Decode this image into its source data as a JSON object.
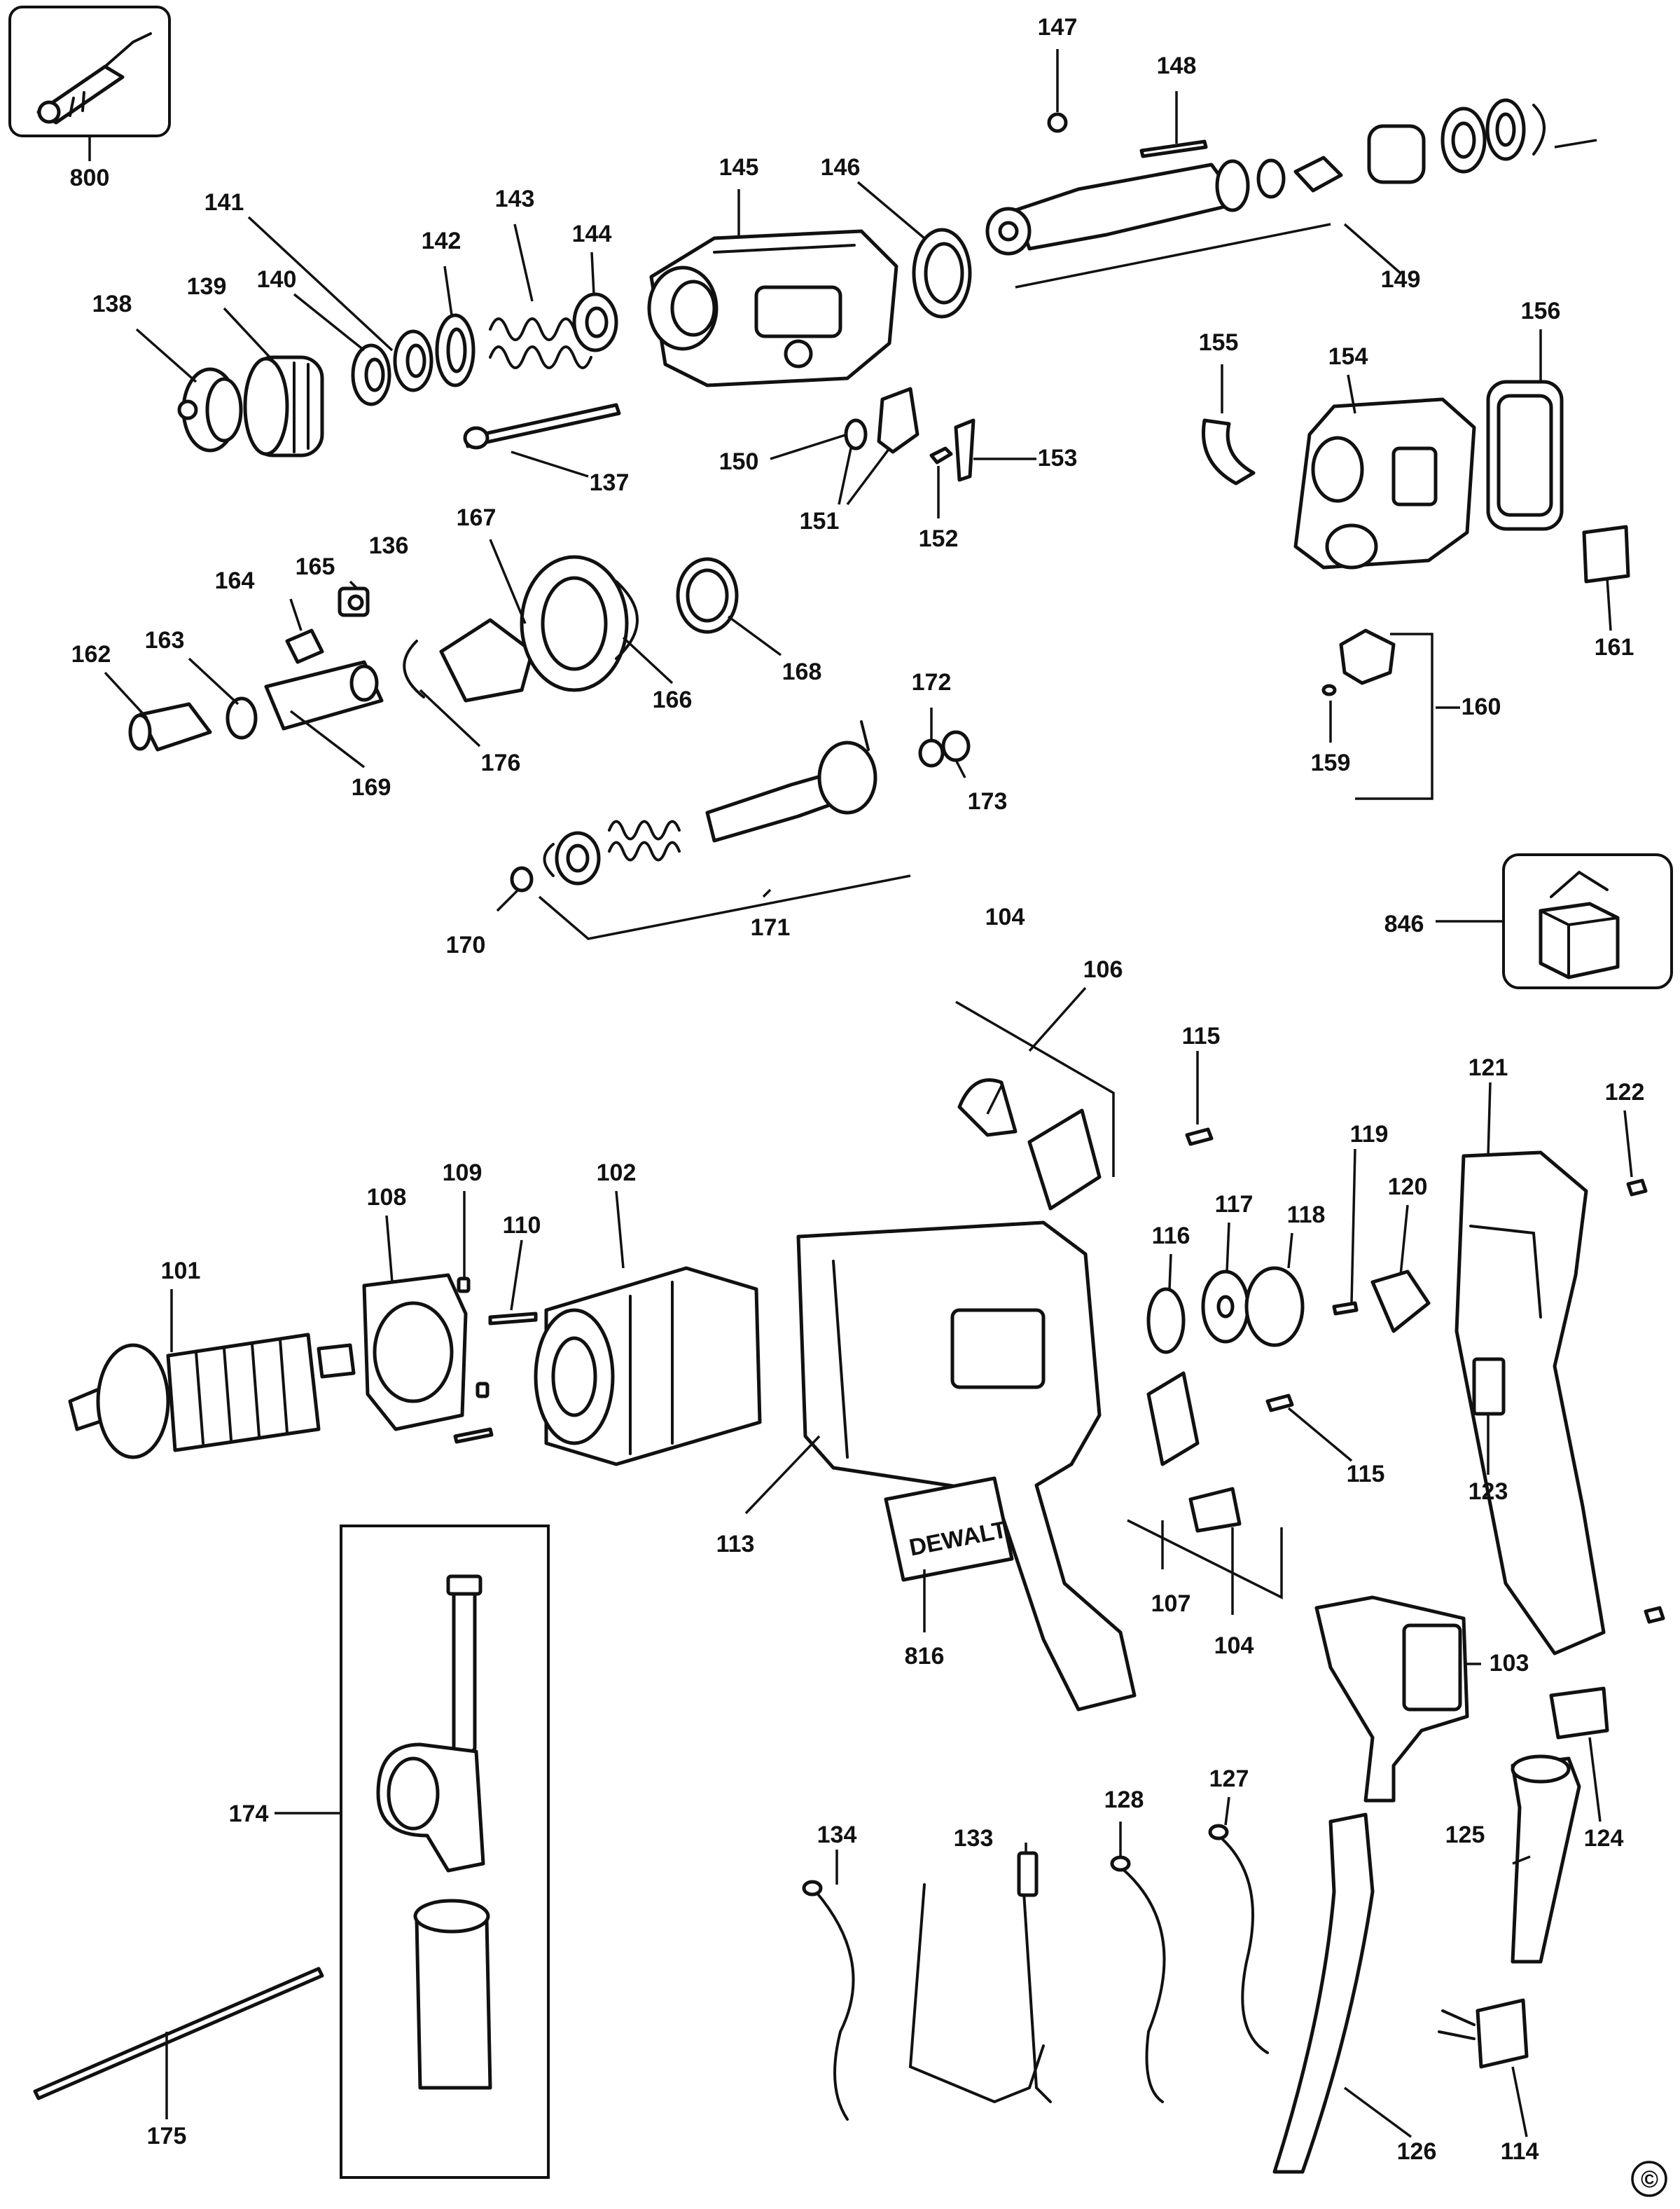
{
  "diagram": {
    "copyright_mark": "©",
    "brand_plate_text": "DEWALT",
    "labels": [
      "800",
      "147",
      "148",
      "145",
      "146",
      "149",
      "141",
      "143",
      "144",
      "142",
      "138",
      "139",
      "140",
      "137",
      "150",
      "151",
      "152",
      "153",
      "155",
      "154",
      "156",
      "161",
      "160",
      "159",
      "167",
      "136",
      "165",
      "164",
      "162",
      "163",
      "169",
      "176",
      "166",
      "168",
      "172",
      "173",
      "171",
      "170",
      "846",
      "104",
      "106",
      "115",
      "121",
      "122",
      "109",
      "102",
      "108",
      "110",
      "101",
      "119",
      "120",
      "116",
      "117",
      "118",
      "113",
      "816",
      "107",
      "104",
      "115",
      "123",
      "103",
      "124",
      "125",
      "174",
      "175",
      "134",
      "133",
      "128",
      "127",
      "126",
      "114"
    ]
  }
}
